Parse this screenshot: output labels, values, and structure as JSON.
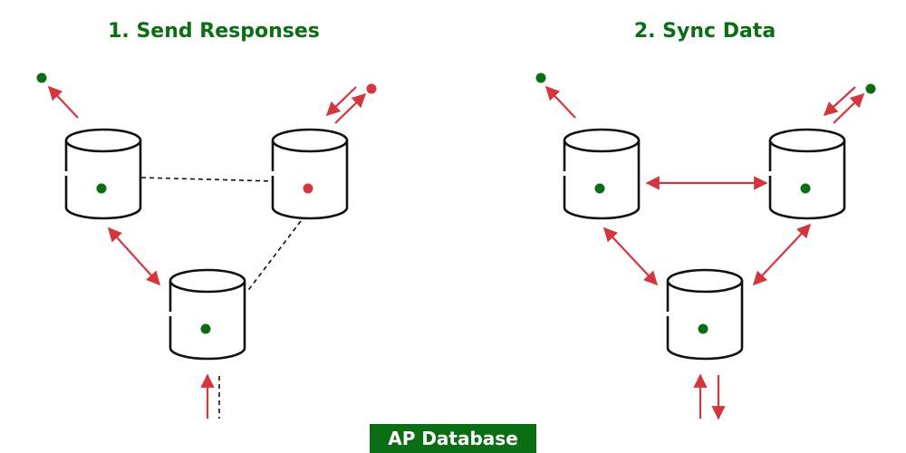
{
  "titles": {
    "left": "1. Send Responses",
    "right": "2. Sync Data"
  },
  "caption": "AP Database",
  "colors": {
    "green": "#0b6e14",
    "red": "#d3363c",
    "outline": "#111111"
  },
  "nodes": [
    {
      "name": "left-db-top-left",
      "dot": "green"
    },
    {
      "name": "left-db-top-right",
      "dot": "red"
    },
    {
      "name": "left-db-bottom",
      "dot": "green"
    },
    {
      "name": "right-db-top-left",
      "dot": "green"
    },
    {
      "name": "right-db-top-right",
      "dot": "green"
    },
    {
      "name": "right-db-bottom",
      "dot": "green"
    }
  ]
}
